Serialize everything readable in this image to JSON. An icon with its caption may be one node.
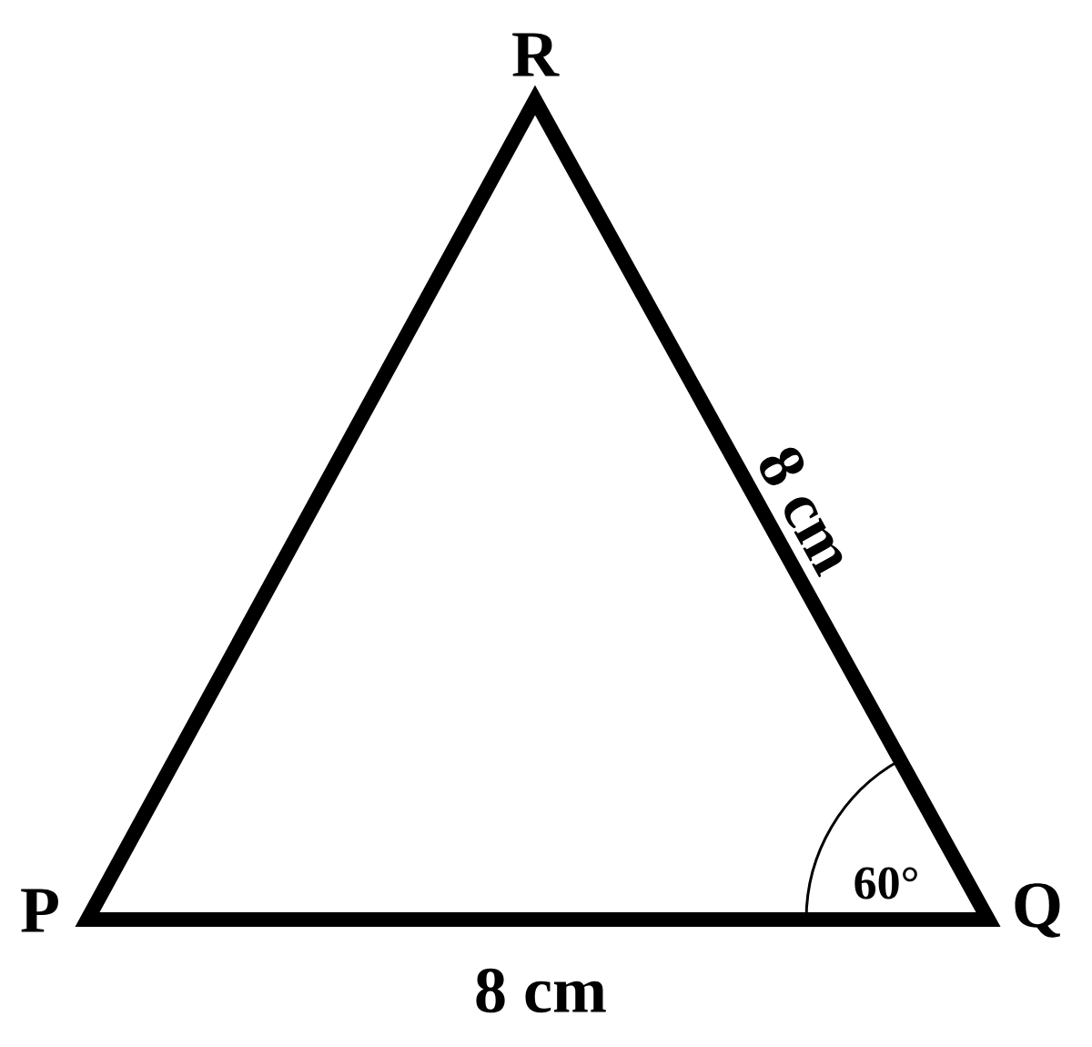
{
  "diagram": {
    "labels": [
      "R",
      "8 cm",
      "60°",
      "P",
      "Q",
      "8 cm"
    ]
  }
}
